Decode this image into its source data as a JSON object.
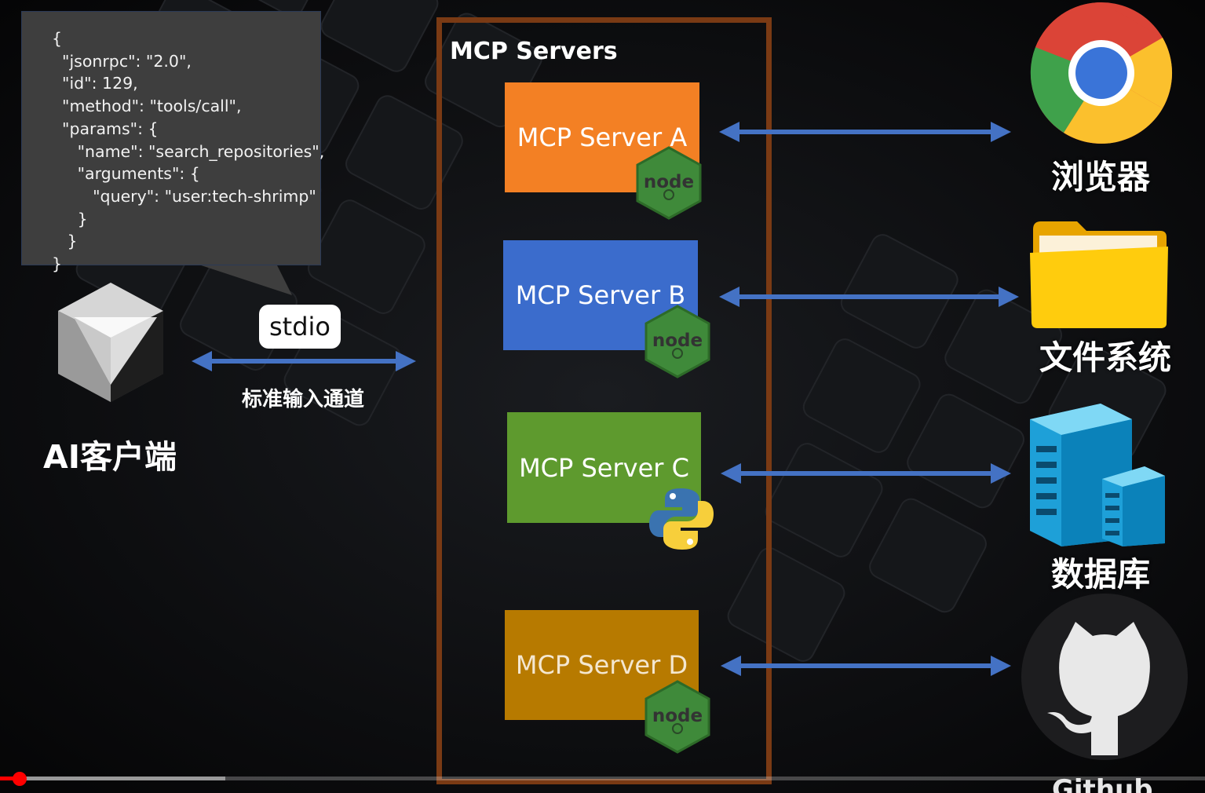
{
  "request_bubble": {
    "code_lines": [
      "{",
      "  \"jsonrpc\": \"2.0\",",
      "  \"id\": 129,",
      "  \"method\": \"tools/call\",",
      "  \"params\": {",
      "     \"name\": \"search_repositories\",",
      "     \"arguments\": {",
      "        \"query\": \"user:tech-shrimp\"",
      "     }",
      "   }",
      "}"
    ]
  },
  "client": {
    "label": "AI客户端",
    "icon": "cube-logo-icon"
  },
  "transport": {
    "pill": "stdio",
    "caption": "标准输入通道"
  },
  "servers_group": {
    "title": "MCP Servers",
    "servers": [
      {
        "label": "MCP Server A",
        "color": "#f38024",
        "text_color": "#ffffff",
        "runtime": "nodejs-icon"
      },
      {
        "label": "MCP Server B",
        "color": "#3b6ccc",
        "text_color": "#ffffff",
        "runtime": "nodejs-icon"
      },
      {
        "label": "MCP Server C",
        "color": "#5e9a2e",
        "text_color": "#ffffff",
        "runtime": "python-icon"
      },
      {
        "label": "MCP Server D",
        "color": "#b77a00",
        "text_color": "#f4e7d0",
        "runtime": "nodejs-icon"
      }
    ]
  },
  "resources": [
    {
      "label": "浏览器",
      "icon": "chrome-icon"
    },
    {
      "label": "文件系统",
      "icon": "folder-icon"
    },
    {
      "label": "数据库",
      "icon": "database-icon"
    },
    {
      "label": "Github",
      "icon": "github-icon"
    }
  ],
  "colors": {
    "arrow": "#4472c4",
    "frame": "#7a3a14",
    "bubble": "#3e3e3e"
  },
  "video": {
    "played_fraction": 0.016,
    "loaded_fraction": 0.187
  }
}
